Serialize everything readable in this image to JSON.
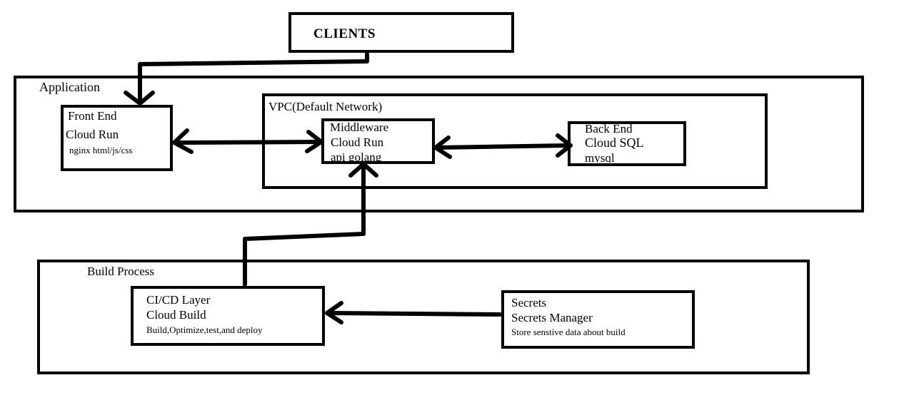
{
  "clients": {
    "label": "CLIENTS"
  },
  "application": {
    "title": "Application",
    "frontend": {
      "line1": "Front End",
      "line2": "Cloud Run",
      "line3": "nginx html/js/css"
    },
    "vpc": {
      "title": "VPC(Default Network)",
      "middleware": {
        "line1": "Middleware",
        "line2": "Cloud Run",
        "line3": "api golang"
      },
      "backend": {
        "line1": "Back End",
        "line2": "Cloud SQL",
        "line3": "mysql"
      }
    }
  },
  "build": {
    "title": "Build Process",
    "cicd": {
      "line1": "CI/CD Layer",
      "line2": "Cloud Build",
      "line3": "Build,Optimize,test,and deploy"
    },
    "secrets": {
      "line1": "Secrets",
      "line2": "Secrets Manager",
      "line3": "Store senstive data about build"
    }
  },
  "colors": {
    "stroke": "#000000",
    "background": "#ffffff"
  }
}
